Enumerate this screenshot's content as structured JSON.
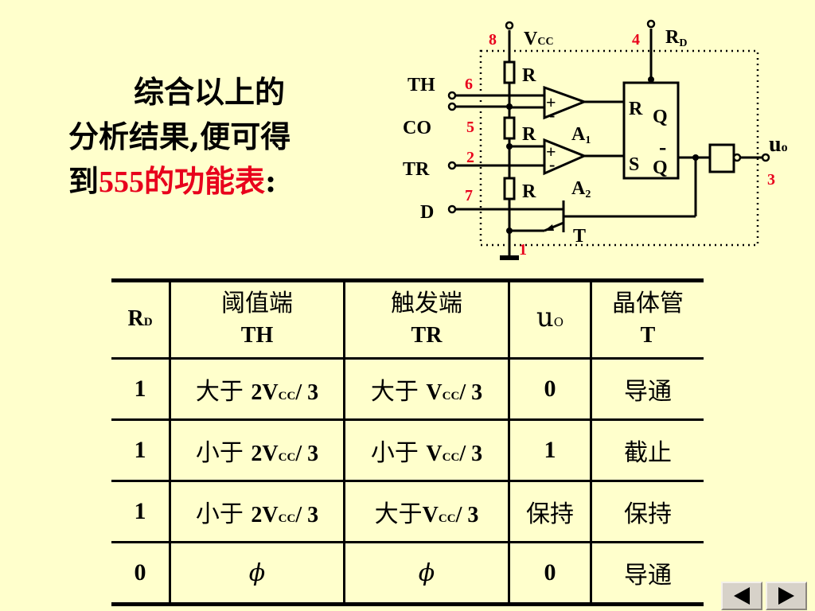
{
  "intro": {
    "line1": "综合以上的",
    "line2": "分析结果,便可得",
    "line3_prefix": "到",
    "line3_highlight_num": "555",
    "line3_highlight_text": "的功能表",
    "line3_suffix": ":"
  },
  "circuit": {
    "vcc": "V",
    "vcc_sub": "CC",
    "rd": "R",
    "rd_sub": "D",
    "th": "TH",
    "co": "CO",
    "tr": "TR",
    "d": "D",
    "pin8": "8",
    "pin4": "4",
    "pin6": "6",
    "pin5": "5",
    "pin2": "2",
    "pin7": "7",
    "pin3": "3",
    "pin1": "1",
    "r_label": "R",
    "a1": "A",
    "a1_sub": "1",
    "a2": "A",
    "a2_sub": "2",
    "ff_r": "R",
    "ff_s": "S",
    "ff_q": "Q",
    "ff_qbar": "Q",
    "ff_bar": "-",
    "plus": "+",
    "minus": "-",
    "transistor": "T",
    "out": "u",
    "out_sub": "o"
  },
  "table": {
    "headers": {
      "rd": "R",
      "rd_sub": "D",
      "th_line1": "阈值端",
      "th_line2": "TH",
      "tr_line1": "触发端",
      "tr_line2": "TR",
      "uo": "u",
      "uo_sub": "O",
      "t_line1": "晶体管",
      "t_line2": "T"
    },
    "rows": [
      {
        "rd": "1",
        "th_pre": "大于 ",
        "th_main": "2V",
        "th_sub": "CC",
        "th_post": "/ 3",
        "tr_pre": "大于 ",
        "tr_main": "V",
        "tr_sub": "CC",
        "tr_post": "/ 3",
        "uo": "0",
        "t": "导通"
      },
      {
        "rd": "1",
        "th_pre": "小于 ",
        "th_main": "2V",
        "th_sub": "CC",
        "th_post": "/ 3",
        "tr_pre": "小于 ",
        "tr_main": "V",
        "tr_sub": "CC",
        "tr_post": "/ 3",
        "uo": "1",
        "t": "截止"
      },
      {
        "rd": "1",
        "th_pre": "小于 ",
        "th_main": "2V",
        "th_sub": "CC",
        "th_post": "/ 3",
        "tr_pre": "大于",
        "tr_main": "V",
        "tr_sub": "CC",
        "tr_post": "/ 3",
        "uo": "保持",
        "t": "保持"
      },
      {
        "rd": "0",
        "th_phi": "ϕ",
        "tr_phi": "ϕ",
        "uo": "0",
        "t": "导通"
      }
    ]
  },
  "colors": {
    "background": "#FFFFCC",
    "highlight": "#E8001C",
    "nav_button": "#D7D2C9"
  },
  "nav": {
    "prev_icon": "triangle-left-icon",
    "next_icon": "triangle-right-icon"
  }
}
